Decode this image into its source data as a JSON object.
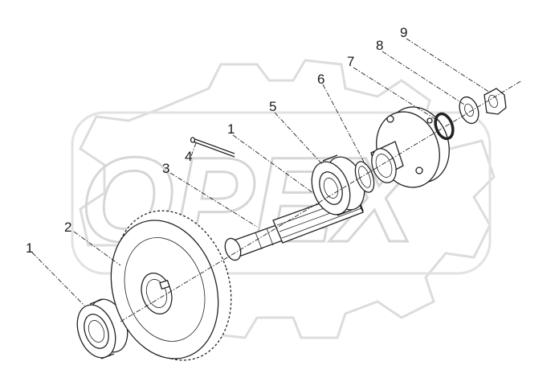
{
  "watermark": {
    "text": "OPEX"
  },
  "callouts": [
    {
      "number": "1"
    },
    {
      "number": "2"
    },
    {
      "number": "3"
    },
    {
      "number": "4"
    },
    {
      "number": "5"
    },
    {
      "number": "6"
    },
    {
      "number": "7"
    },
    {
      "number": "8"
    },
    {
      "number": "9"
    }
  ]
}
